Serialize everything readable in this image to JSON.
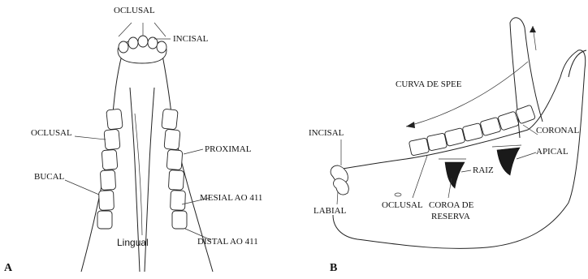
{
  "panel_a": {
    "letter": "A",
    "oclusal_top": "OCLUSAL",
    "incisal": "INCISAL",
    "oclusal_left": "OCLUSAL",
    "proximal": "PROXIMAL",
    "bucal": "BUCAL",
    "mesial": "MESIAL AO 411",
    "lingual": "Lingual",
    "distal": "DISTAL AO 411"
  },
  "panel_b": {
    "letter": "B",
    "curva_de_spee": "CURVA DE SPEE",
    "incisal": "INCISAL",
    "coronal": "CORONAL",
    "apical": "APICAL",
    "raiz": "RAIZ",
    "oclusal": "OCLUSAL",
    "coroa_line1": "COROA DE",
    "coroa_line2": "RESERVA",
    "labial": "LABIAL"
  }
}
